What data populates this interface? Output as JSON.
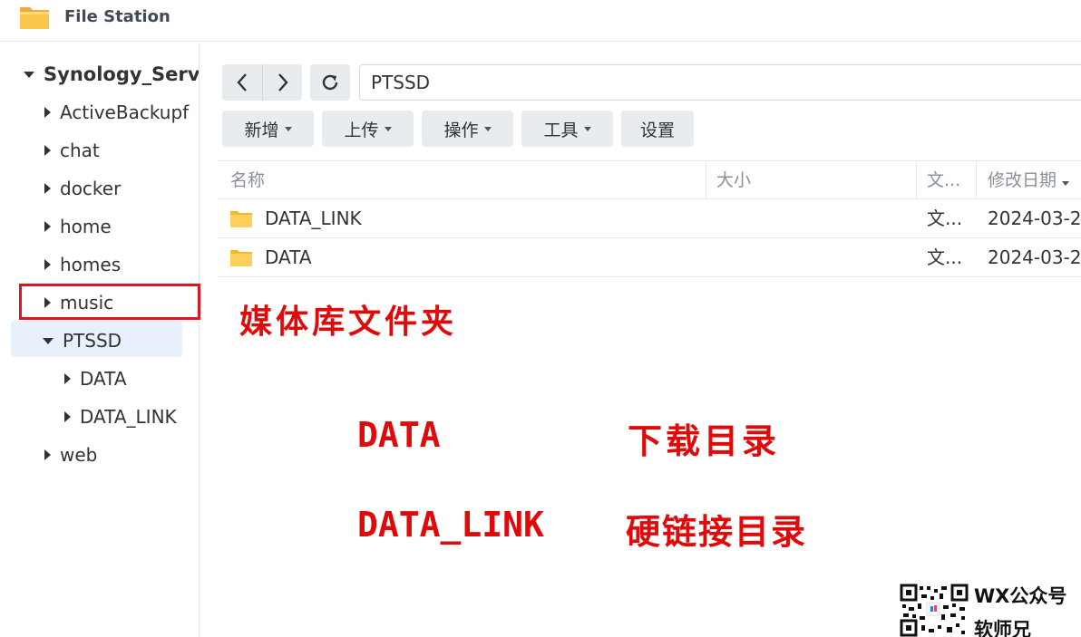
{
  "window": {
    "title": "File Station",
    "icon": "folder-app-icon"
  },
  "sidebar": {
    "root_label": "Synology_Serv",
    "items": [
      {
        "label": "ActiveBackupf",
        "expanded": false
      },
      {
        "label": "chat",
        "expanded": false
      },
      {
        "label": "docker",
        "expanded": false
      },
      {
        "label": "home",
        "expanded": false
      },
      {
        "label": "homes",
        "expanded": false
      },
      {
        "label": "music",
        "expanded": false
      },
      {
        "label": "PTSSD",
        "expanded": true,
        "selected": true
      },
      {
        "label": "DATA",
        "expanded": false
      },
      {
        "label": "DATA_LINK",
        "expanded": false
      },
      {
        "label": "web",
        "expanded": false
      }
    ]
  },
  "nav": {
    "path": "PTSSD"
  },
  "toolbar": {
    "create_label": "新增",
    "upload_label": "上传",
    "action_label": "操作",
    "tools_label": "工具",
    "settings_label": "设置"
  },
  "file_list": {
    "columns": [
      "名称",
      "大小",
      "文...",
      "修改日期"
    ],
    "rows": [
      {
        "name": "DATA_LINK",
        "size": "",
        "type": "文...",
        "modified": "2024-03-2"
      },
      {
        "name": "DATA",
        "size": "",
        "type": "文...",
        "modified": "2024-03-2"
      }
    ]
  },
  "annotations": {
    "media_folder": "媒体库文件夹",
    "data_name": "DATA",
    "data_desc": "下载目录",
    "link_name": "DATA_LINK",
    "link_desc": "硬链接目录"
  },
  "watermark": {
    "line1": "WX公众号",
    "line2": "软师兄"
  },
  "colors": {
    "accent": "#e8f0fb",
    "annotation_red": "#e00a0a",
    "folder_yellow": "#f7c948"
  }
}
